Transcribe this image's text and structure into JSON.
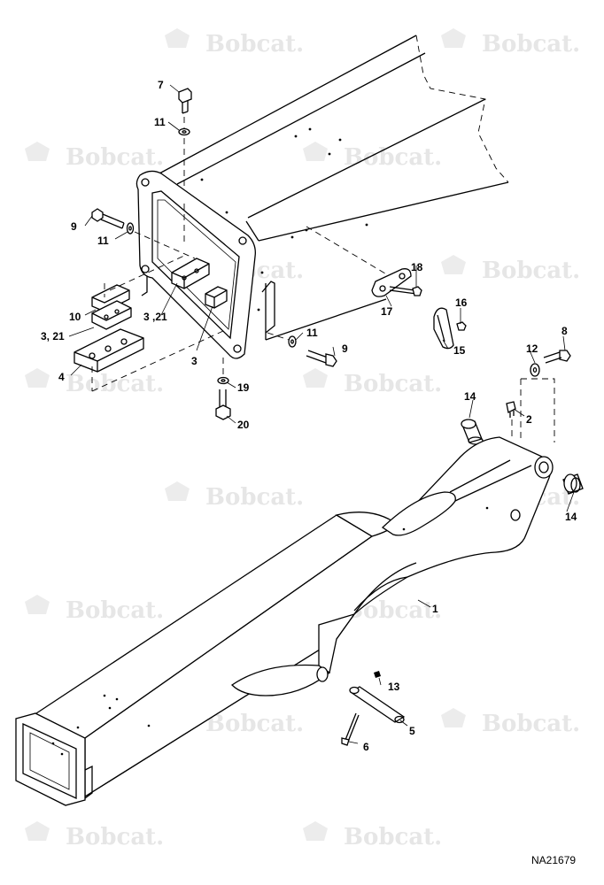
{
  "watermark": {
    "text": "Bobcat."
  },
  "figure_id": "NA21679",
  "callouts": {
    "c1": "1",
    "c2": "2",
    "c3a": "3",
    "c3_21a": "3 ,21",
    "c3_21b": "3, 21",
    "c4": "4",
    "c5": "5",
    "c6": "6",
    "c7": "7",
    "c8": "8",
    "c9a": "9",
    "c9b": "9",
    "c10": "10",
    "c11a": "11",
    "c11b": "11",
    "c11c": "11",
    "c12": "12",
    "c13": "13",
    "c14a": "14",
    "c14b": "14",
    "c15": "15",
    "c16": "16",
    "c17": "17",
    "c18": "18",
    "c19": "19",
    "c20": "20"
  },
  "colors": {
    "line": "#000000",
    "watermark": "#e6e6e6",
    "background": "#ffffff"
  }
}
